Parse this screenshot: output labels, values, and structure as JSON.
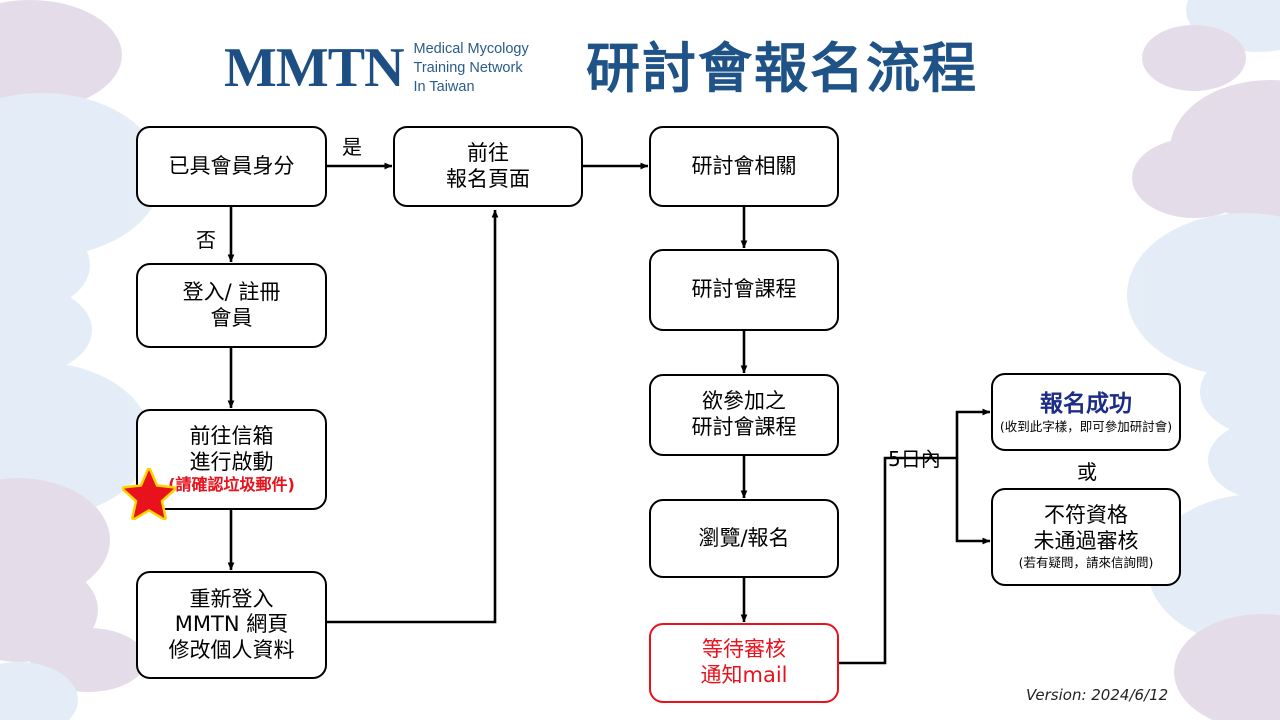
{
  "header": {
    "logo_mark": "MMTN",
    "logo_sub_line1": "Medical Mycology",
    "logo_sub_line2": "Training Network",
    "logo_sub_line3": "In Taiwan",
    "title": "研討會報名流程",
    "brand_color": "#1d4f84",
    "title_color": "#1f5287"
  },
  "nodes": {
    "member_check": {
      "line1": "已具會員身分"
    },
    "register": {
      "line1": "登入/ 註冊",
      "line2": "會員"
    },
    "activate_mail": {
      "line1": "前往信箱",
      "line2": "進行啟動",
      "note": "(請確認垃圾郵件)",
      "note_color": "#e8121c"
    },
    "relogin": {
      "line1": "重新登入",
      "line2": "MMTN 網頁",
      "line3": "修改個人資料"
    },
    "goto_signup": {
      "line1": "前往",
      "line2": "報名頁面"
    },
    "seminar_info": {
      "line1": "研討會相關"
    },
    "seminar_course": {
      "line1": "研討會課程"
    },
    "desired_course": {
      "line1": "欲參加之",
      "line2": "研討會課程"
    },
    "browse_signup": {
      "line1": "瀏覽/報名"
    },
    "await_review": {
      "line1": "等待審核",
      "line2": "通知mail",
      "color": "#e8121c"
    },
    "success": {
      "line1": "報名成功",
      "note": "(收到此字樣，即可參加研討會)",
      "color": "#1d2d86"
    },
    "rejected": {
      "line1": "不符資格",
      "line2": "未通過審核",
      "note": "(若有疑問，請來信詢問)"
    }
  },
  "edge_labels": {
    "yes": "是",
    "no": "否",
    "within_5_days": "5日內",
    "or": "或"
  },
  "icons": {
    "alert_star": "star-icon"
  },
  "footer": {
    "version": "Version: 2024/6/12"
  }
}
